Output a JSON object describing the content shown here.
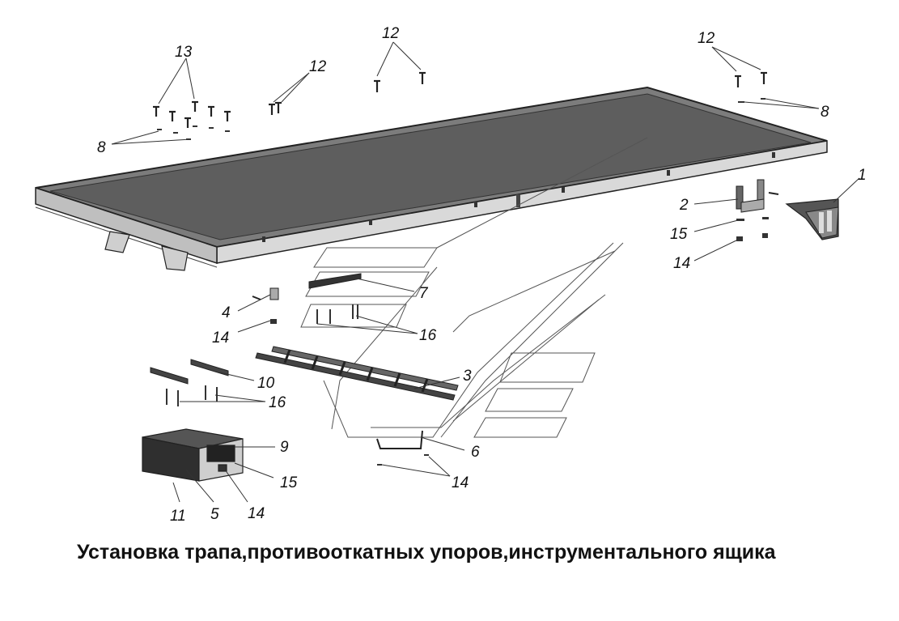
{
  "diagram": {
    "caption": "Установка трапа,противооткатных упоров,инструментального ящика",
    "callouts": {
      "c1": "1",
      "c2": "2",
      "c3": "3",
      "c4": "4",
      "c5": "5",
      "c6": "6",
      "c7": "7",
      "c8_left": "8",
      "c8_right": "8",
      "c9": "9",
      "c10": "10",
      "c11": "11",
      "c12_a": "12",
      "c12_b": "12",
      "c12_c": "12",
      "c13": "13",
      "c14_a": "14",
      "c14_b": "14",
      "c14_c": "14",
      "c14_d": "14",
      "c15_a": "15",
      "c15_b": "15",
      "c16_a": "16",
      "c16_b": "16"
    }
  }
}
